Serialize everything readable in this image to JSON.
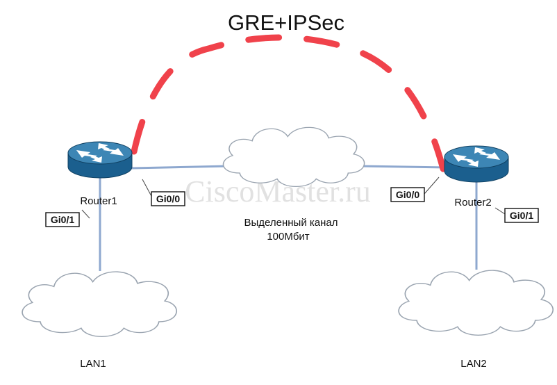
{
  "diagram": {
    "title": "GRE+IPSec",
    "watermark": "CiscoMaster.ru",
    "router1": {
      "name": "Router1",
      "wan_interface": "Gi0/0",
      "lan_interface": "Gi0/1"
    },
    "router2": {
      "name": "Router2",
      "wan_interface": "Gi0/0",
      "lan_interface": "Gi0/1"
    },
    "link": {
      "line1": "Выделенный канал",
      "line2": "100Мбит"
    },
    "lan1": {
      "name": "LAN1"
    },
    "lan2": {
      "name": "LAN2"
    }
  },
  "colors": {
    "tunnel": "#f0424b",
    "link": "#8ea8cf",
    "router_top": "#3d86b5",
    "router_side": "#1b5f8e",
    "cloud_stroke": "#9aa4b0"
  },
  "icons": {
    "router": "router-icon",
    "cloud": "cloud-icon"
  }
}
